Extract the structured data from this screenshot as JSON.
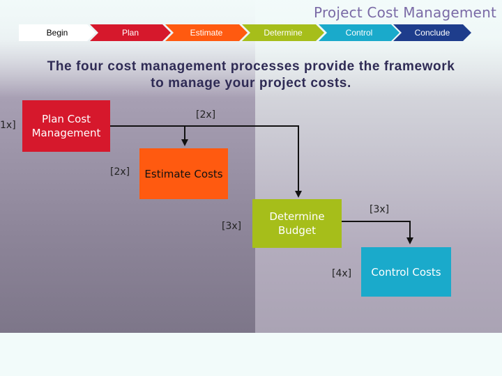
{
  "header": {
    "title": "Project Cost Management"
  },
  "process_bar": [
    {
      "label": "Begin",
      "bg": "#ffffff",
      "fg": "#000000"
    },
    {
      "label": "Plan",
      "bg": "#d6182c",
      "fg": "#ffffff"
    },
    {
      "label": "Estimate",
      "bg": "#ff5a10",
      "fg": "#ffffff"
    },
    {
      "label": "Determine",
      "bg": "#a6be1a",
      "fg": "#ffffff"
    },
    {
      "label": "Control",
      "bg": "#1aaacb",
      "fg": "#ffffff"
    },
    {
      "label": "Conclude",
      "bg": "#1e3d8c",
      "fg": "#ffffff"
    }
  ],
  "headline": "The four cost management processes provide the framework to manage your project costs.",
  "edge_label": "1x]",
  "boxes": {
    "plan": {
      "label": "Plan Cost Management",
      "color": "#d6182c"
    },
    "estimate": {
      "label": "Estimate Costs",
      "color": "#ff5a10"
    },
    "determine": {
      "label": "Determine Budget",
      "color": "#a6be1a"
    },
    "control": {
      "label": "Control Costs",
      "color": "#1aaacb"
    }
  },
  "labels": {
    "plan_out": "[2x]",
    "estimate_in": "[2x]",
    "determine_in": "[3x]",
    "determine_out": "[3x]",
    "control_in": "[4x]"
  }
}
